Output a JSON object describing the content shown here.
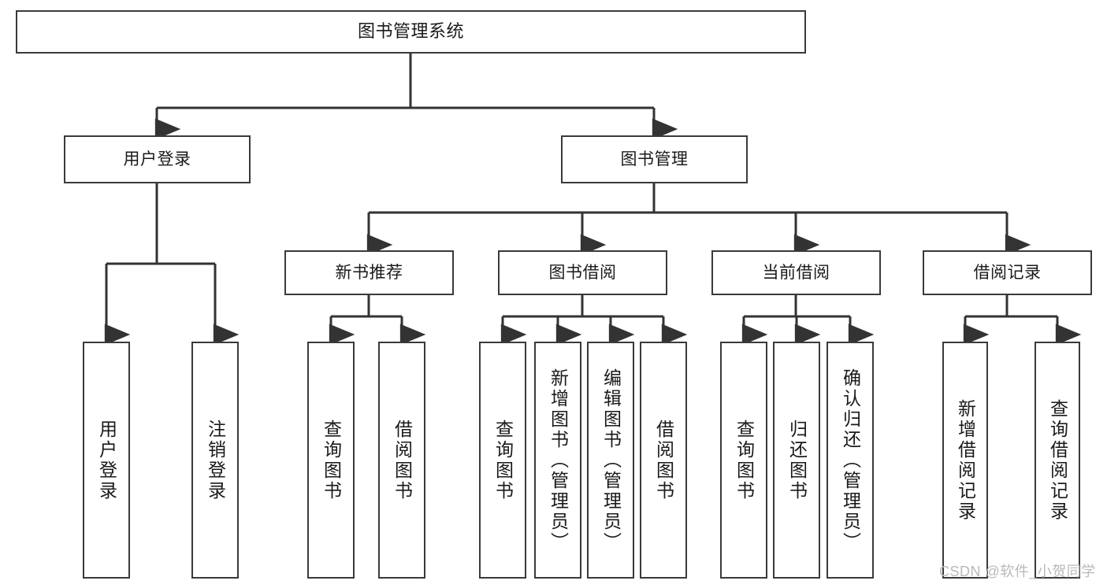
{
  "diagram": {
    "type": "tree",
    "title": "图书管理系统",
    "colors": {
      "node_border": "#3a3a3a",
      "node_fill": "#ffffff",
      "edge": "#333333",
      "text": "#1a1a1a",
      "background": "#ffffff",
      "watermark": "#b9b9b9"
    },
    "nodes": {
      "root": {
        "label": "图书管理系统"
      },
      "level2": [
        {
          "id": "user-login",
          "label": "用户登录"
        },
        {
          "id": "book-management",
          "label": "图书管理"
        }
      ],
      "level3": [
        {
          "id": "new-book-recommend",
          "label": "新书推荐"
        },
        {
          "id": "book-borrow",
          "label": "图书借阅"
        },
        {
          "id": "current-borrow",
          "label": "当前借阅"
        },
        {
          "id": "borrow-record",
          "label": "借阅记录"
        }
      ],
      "leaves": {
        "user_login": [
          {
            "id": "leaf-user-login",
            "label": "用户登录"
          },
          {
            "id": "leaf-logout-login",
            "label": "注销登录"
          }
        ],
        "new_book_recommend": [
          {
            "id": "leaf-query-book-1",
            "label": "查询图书"
          },
          {
            "id": "leaf-borrow-book-1",
            "label": "借阅图书"
          }
        ],
        "book_borrow": [
          {
            "id": "leaf-query-book-2",
            "label": "查询图书"
          },
          {
            "id": "leaf-add-book",
            "label": "新增图书（管理员）"
          },
          {
            "id": "leaf-edit-book",
            "label": "编辑图书（管理员）"
          },
          {
            "id": "leaf-borrow-book-2",
            "label": "借阅图书"
          }
        ],
        "current_borrow": [
          {
            "id": "leaf-query-book-3",
            "label": "查询图书"
          },
          {
            "id": "leaf-return-book",
            "label": "归还图书"
          },
          {
            "id": "leaf-confirm-return",
            "label": "确认归还（管理员）"
          }
        ],
        "borrow_record": [
          {
            "id": "leaf-add-record",
            "label": "新增借阅记录"
          },
          {
            "id": "leaf-query-record",
            "label": "查询借阅记录"
          }
        ]
      }
    }
  },
  "watermark": {
    "text": "CSDN @软件_小贺同学"
  }
}
